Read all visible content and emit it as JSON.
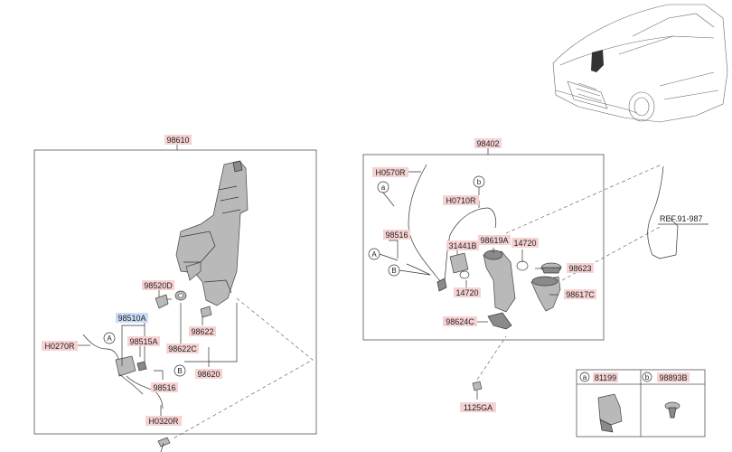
{
  "colors": {
    "label_bg": "#f6d2d2",
    "label_bg_highlight": "#c9dcf5",
    "part_fill": "#b9b9b9",
    "line": "#333333"
  },
  "left_box": {
    "title": "98610",
    "labels": {
      "p98520D": "98520D",
      "p98510A": "98510A",
      "p98515A": "98515A",
      "p98622": "98622",
      "p98622C": "98622C",
      "p98620": "98620",
      "p98516": "98516",
      "pH0270R": "H0270R",
      "pH0320R": "H0320R"
    },
    "callouts": {
      "a": "A",
      "b": "B"
    }
  },
  "right_box": {
    "title": "98402",
    "labels": {
      "pH0570R": "H0570R",
      "pH0710R": "H0710R",
      "p98516": "98516",
      "p31441B": "31441B",
      "p98619A": "98619A",
      "p14720a": "14720",
      "p14720b": "14720",
      "p98623": "98623",
      "p98617C": "98617C",
      "p98624C": "98624C"
    },
    "callouts": {
      "a": "a",
      "b": "b",
      "A": "A",
      "B": "B"
    }
  },
  "ref_label": "REF.91-987",
  "bolt_label": "1125GA",
  "legend": {
    "a_letter": "a",
    "a_part": "81199",
    "b_letter": "b",
    "b_part": "98893B"
  }
}
